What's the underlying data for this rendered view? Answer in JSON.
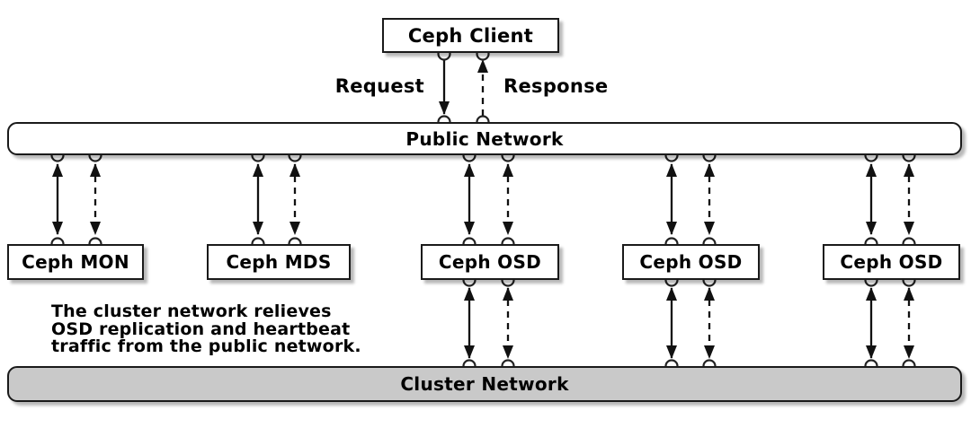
{
  "diagram": {
    "client_label": "Ceph Client",
    "request_label": "Request",
    "response_label": "Response",
    "public_network_label": "Public Network",
    "cluster_network_label": "Cluster Network",
    "nodes": [
      {
        "label": "Ceph MON"
      },
      {
        "label": "Ceph MDS"
      },
      {
        "label": "Ceph OSD"
      },
      {
        "label": "Ceph OSD"
      },
      {
        "label": "Ceph OSD"
      }
    ],
    "annotation": "The cluster network relieves\nOSD replication and heartbeat\ntraffic from the public network.",
    "colors": {
      "line": "#111111",
      "border": "#1a1a1a",
      "box_fill": "#ffffff",
      "cluster_fill": "#c9c9c9"
    }
  }
}
